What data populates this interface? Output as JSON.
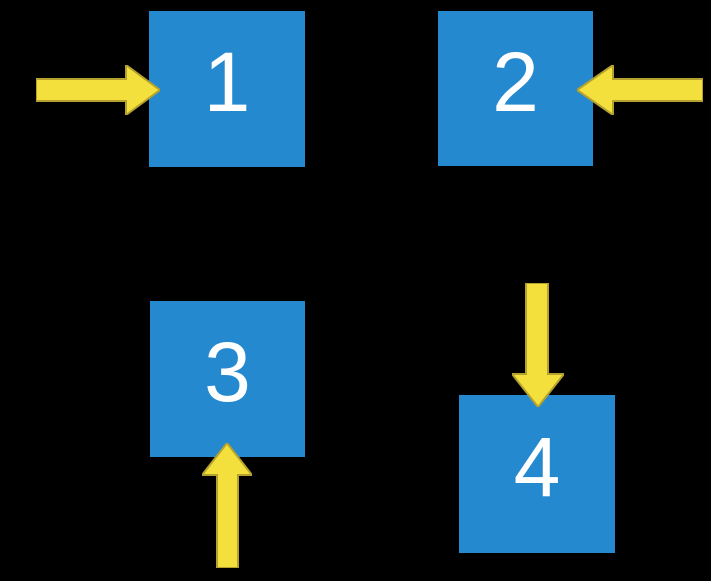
{
  "colors": {
    "background": "#000000",
    "square": "#2589d0",
    "arrow_fill": "#f3e03c",
    "arrow_stroke": "#b5a12d",
    "label": "#ffffff"
  },
  "boxes": [
    {
      "label": "1",
      "position": "top-left",
      "arrow_direction": "right"
    },
    {
      "label": "2",
      "position": "top-right",
      "arrow_direction": "left"
    },
    {
      "label": "3",
      "position": "bottom-left",
      "arrow_direction": "up"
    },
    {
      "label": "4",
      "position": "bottom-right",
      "arrow_direction": "down"
    }
  ]
}
